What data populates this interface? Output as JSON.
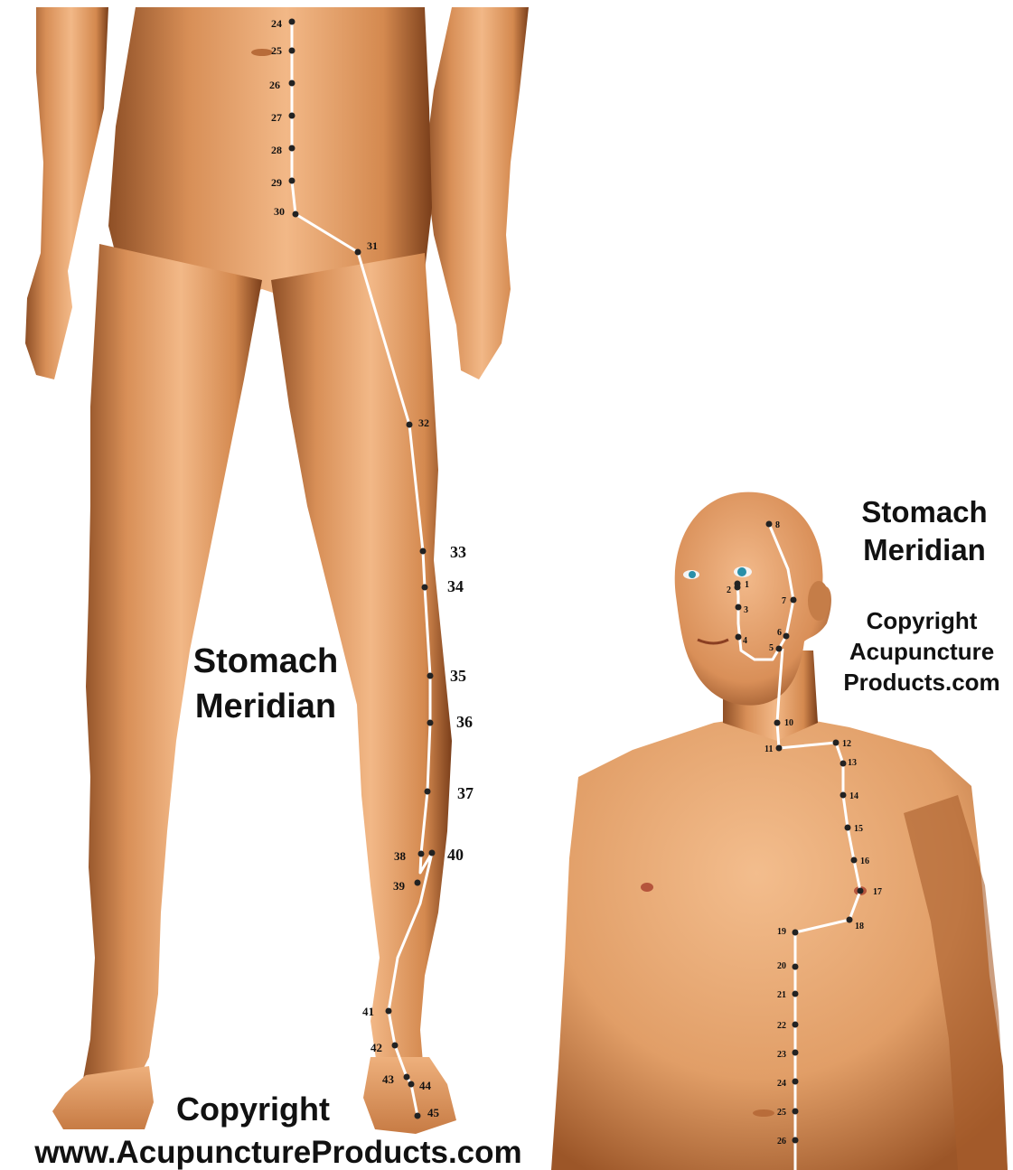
{
  "left_figure": {
    "title_line1": "Stomach",
    "title_line2": "Meridian",
    "copyright_line1": "Copyright",
    "copyright_line2": "www.AcupunctureProducts.com",
    "points": [
      "24",
      "25",
      "26",
      "27",
      "28",
      "29",
      "30",
      "31",
      "32",
      "33",
      "34",
      "35",
      "36",
      "37",
      "38",
      "39",
      "40",
      "41",
      "42",
      "43",
      "44",
      "45"
    ]
  },
  "right_figure": {
    "title_line1": "Stomach",
    "title_line2": "Meridian",
    "copyright_line1": "Copyright",
    "copyright_line2": "Acupuncture",
    "copyright_line3": "Products.com",
    "points": [
      "1",
      "2",
      "3",
      "4",
      "5",
      "6",
      "7",
      "8",
      "10",
      "11",
      "12",
      "13",
      "14",
      "15",
      "16",
      "17",
      "18",
      "19",
      "20",
      "21",
      "22",
      "23",
      "24",
      "25",
      "26"
    ]
  },
  "colors": {
    "skin": "#e8a571",
    "skin_shadow": "#9a5a30",
    "meridian_line": "#ffffff",
    "point_dot": "#222222",
    "text": "#111111"
  }
}
